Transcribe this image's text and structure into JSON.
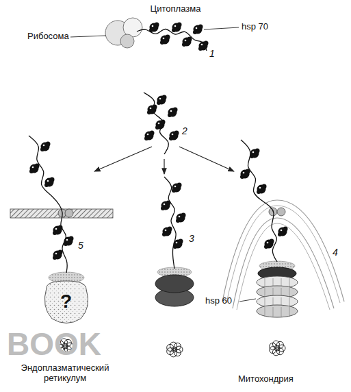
{
  "diagram": {
    "title": "Цитоплазма",
    "labels": [
      "Рибосома",
      "hsp 70",
      "1",
      "2",
      "5",
      "?",
      "3",
      "4",
      "hsp 60",
      "Эндоплазматический ретикулум",
      "Митохондрия",
      "BOOK"
    ]
  }
}
